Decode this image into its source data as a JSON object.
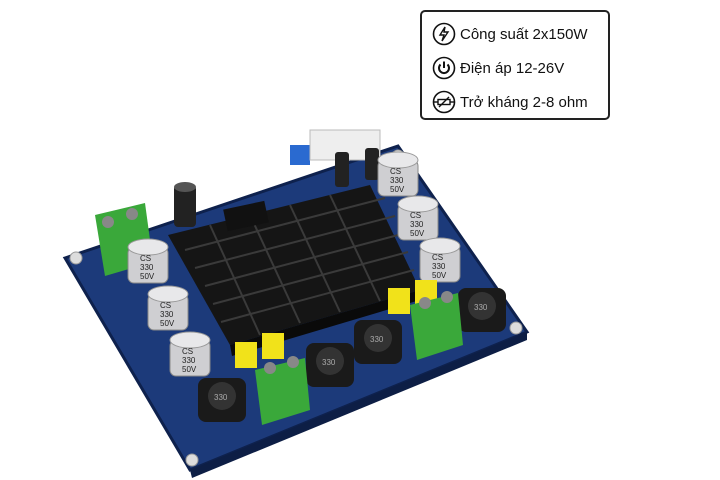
{
  "specs": [
    {
      "icon": "lightning-icon",
      "text": "Công suất 2x150W"
    },
    {
      "icon": "power-icon",
      "text": "Điện áp 12-26V"
    },
    {
      "icon": "resistor-icon",
      "text": "Trở kháng 2-8 ohm"
    }
  ],
  "board": {
    "capacitor_label": [
      "CS",
      "330",
      "50V"
    ],
    "inductor_label": "330",
    "colors": {
      "pcb": "#1c3a7a",
      "heatsink": "#151515",
      "terminal": "#3aa83a",
      "capacitor": "#cfcfd2",
      "yellow_cap": "#f1e21a"
    }
  }
}
